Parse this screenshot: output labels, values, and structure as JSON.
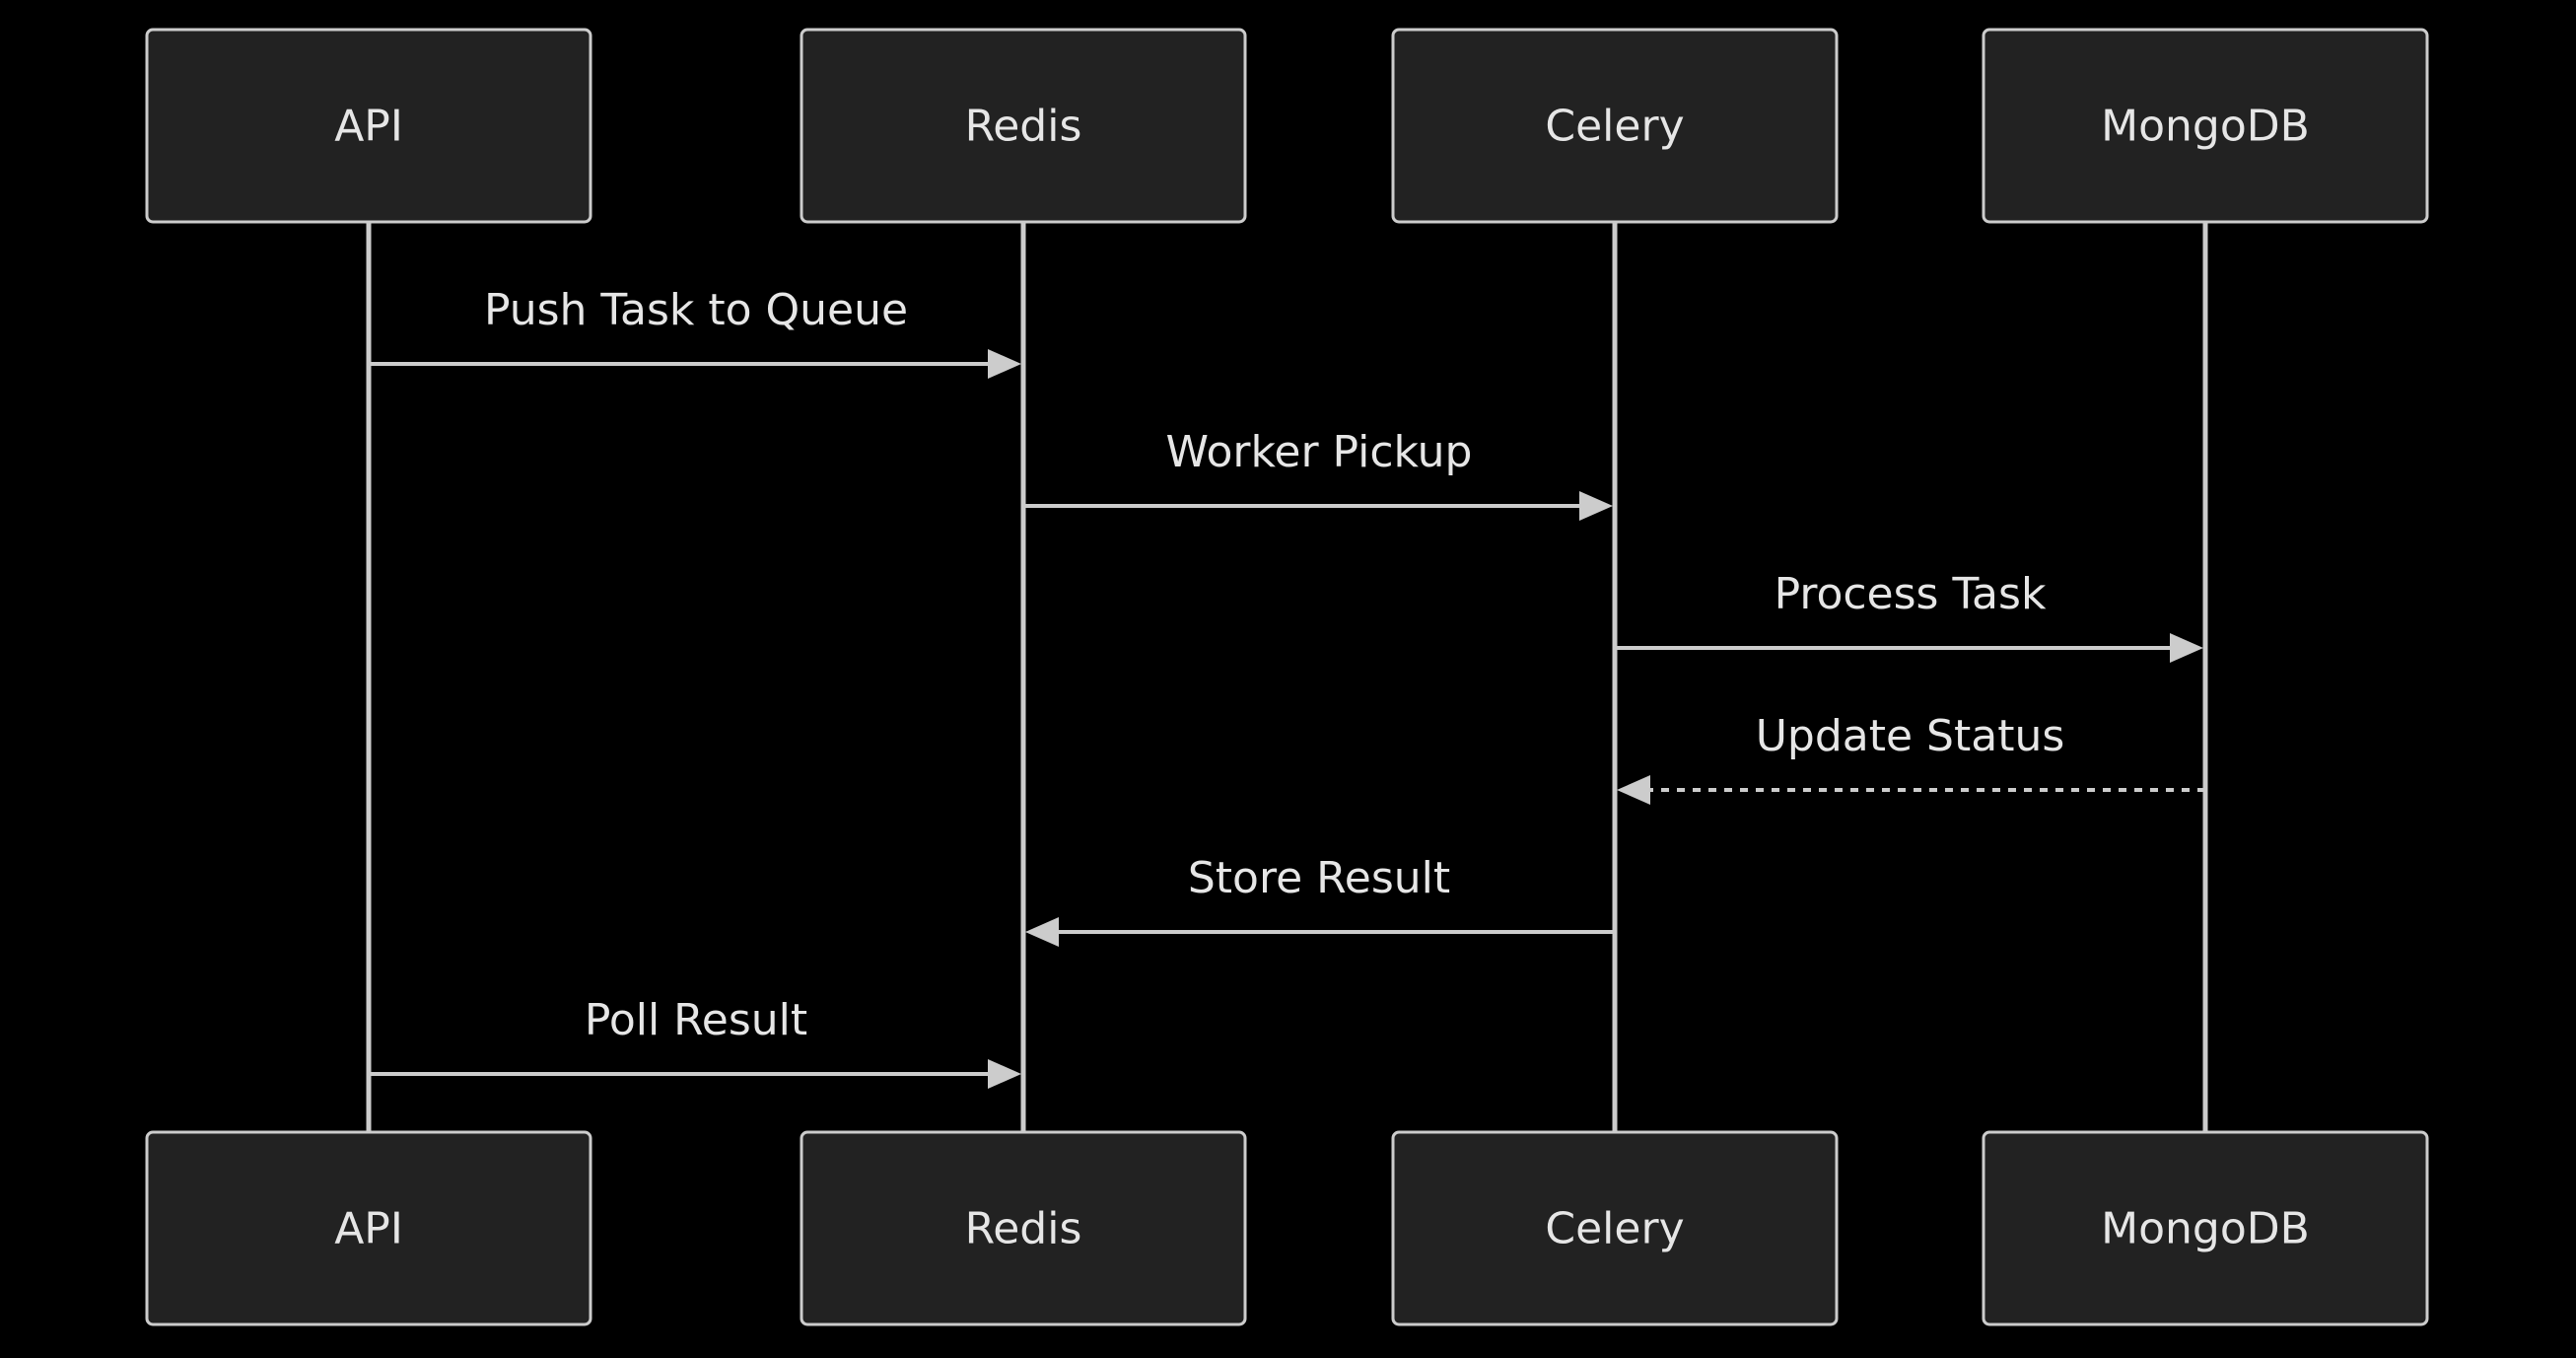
{
  "participants": [
    {
      "id": "api",
      "label": "API"
    },
    {
      "id": "redis",
      "label": "Redis"
    },
    {
      "id": "celery",
      "label": "Celery"
    },
    {
      "id": "mongodb",
      "label": "MongoDB"
    }
  ],
  "messages": [
    {
      "from": 0,
      "to": 1,
      "label": "Push Task to Queue",
      "style": "solid"
    },
    {
      "from": 1,
      "to": 2,
      "label": "Worker Pickup",
      "style": "solid"
    },
    {
      "from": 2,
      "to": 3,
      "label": "Process Task",
      "style": "solid"
    },
    {
      "from": 3,
      "to": 2,
      "label": "Update Status",
      "style": "dashed"
    },
    {
      "from": 2,
      "to": 1,
      "label": "Store Result",
      "style": "solid"
    },
    {
      "from": 0,
      "to": 1,
      "label": "Poll Result",
      "style": "solid"
    }
  ],
  "colors": {
    "background": "#000000",
    "box_fill": "#222222",
    "line": "#cccccc",
    "text": "#e6e6e6"
  }
}
